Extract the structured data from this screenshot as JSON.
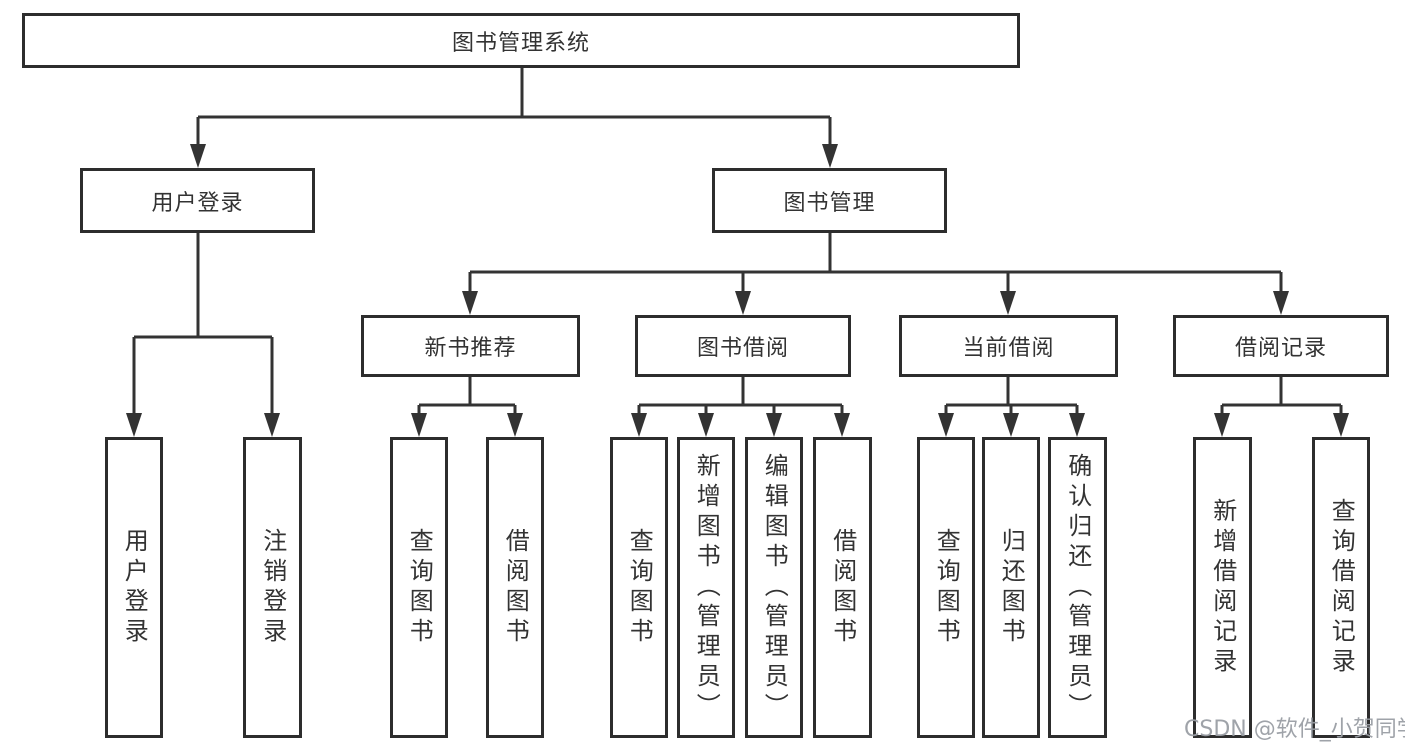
{
  "root": {
    "label": "图书管理系统"
  },
  "branches": [
    {
      "label": "用户登录",
      "children": [
        {
          "label": "用户登录"
        },
        {
          "label": "注销登录"
        }
      ]
    },
    {
      "label": "图书管理",
      "children": [
        {
          "label": "新书推荐",
          "children": [
            {
              "label": "查询图书"
            },
            {
              "label": "借阅图书"
            }
          ]
        },
        {
          "label": "图书借阅",
          "children": [
            {
              "label": "查询图书"
            },
            {
              "label": "新增图书（管理员）"
            },
            {
              "label": "编辑图书（管理员）"
            },
            {
              "label": "借阅图书"
            }
          ]
        },
        {
          "label": "当前借阅",
          "children": [
            {
              "label": "查询图书"
            },
            {
              "label": "归还图书"
            },
            {
              "label": "确认归还（管理员）"
            }
          ]
        },
        {
          "label": "借阅记录",
          "children": [
            {
              "label": "新增借阅记录"
            },
            {
              "label": "查询借阅记录"
            }
          ]
        }
      ]
    }
  ],
  "watermark": "CSDN @软件_小贺同学",
  "colors": {
    "line": "#333333",
    "box_border": "#2d2d2d",
    "text": "#333333",
    "watermark": "#9aa0a6"
  }
}
